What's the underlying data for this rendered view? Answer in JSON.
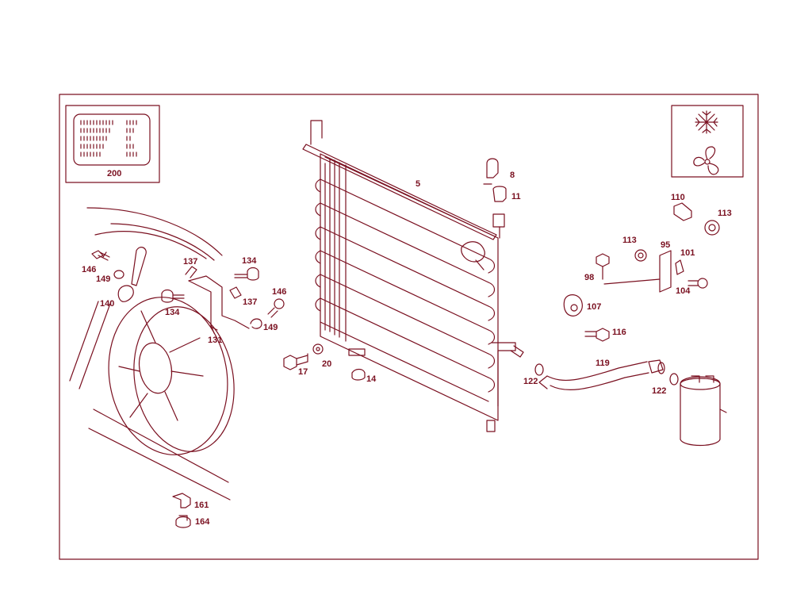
{
  "colors": {
    "line": "#7a1020",
    "background": "#ffffff"
  },
  "symbols": {
    "top": "snowflake-icon",
    "bottom": "fan-icon"
  },
  "inset_label": "200",
  "callouts": [
    "5",
    "8",
    "11",
    "110",
    "113",
    "113",
    "95",
    "101",
    "98",
    "107",
    "104",
    "116",
    "119",
    "122",
    "122",
    "17",
    "20",
    "14",
    "146",
    "149",
    "140",
    "137",
    "134",
    "134",
    "137",
    "146",
    "149",
    "131",
    "161",
    "164"
  ]
}
